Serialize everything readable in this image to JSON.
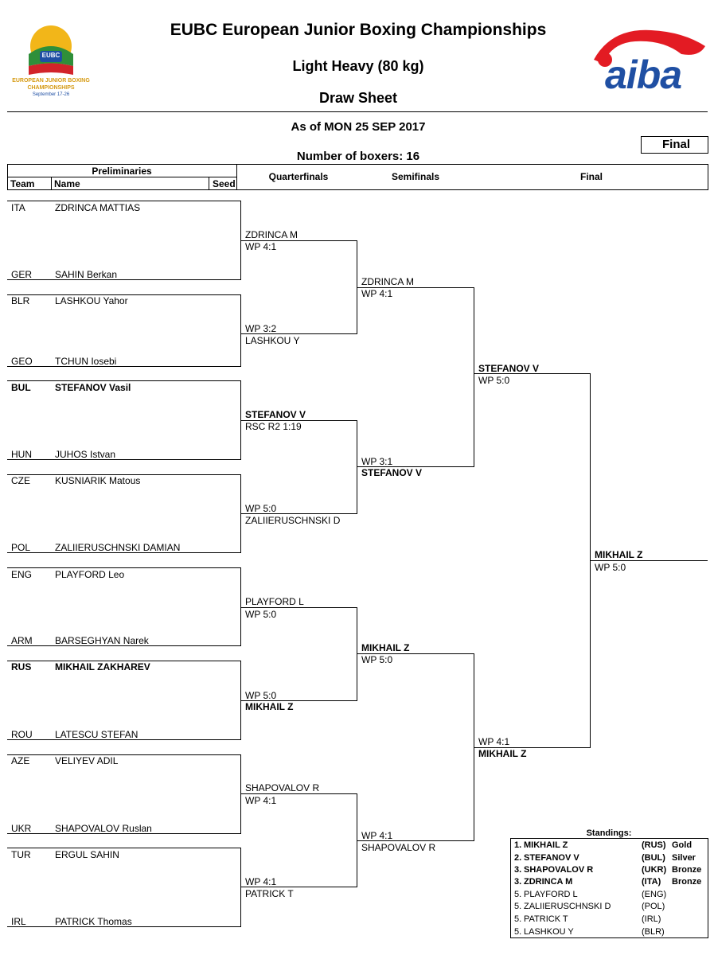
{
  "header": {
    "title": "EUBC European Junior Boxing Championships",
    "weight": "Light Heavy (80 kg)",
    "sheet": "Draw Sheet",
    "as_of": "As of MON 25 SEP 2017",
    "boxers": "Number of boxers: 16",
    "stage_badge": "Final",
    "logo_left_lines": [
      "EUROPEAN JUNIOR BOXING",
      "CHAMPIONSHIPS",
      "September 17-26"
    ],
    "logo_left_mark": "EUBC",
    "logo_right": "aiba"
  },
  "columns": {
    "preliminaries": "Preliminaries",
    "team": "Team",
    "name": "Name",
    "seed": "Seed",
    "quarterfinals": "Quarterfinals",
    "semifinals": "Semifinals",
    "final": "Final"
  },
  "preliminaries": [
    {
      "team": "ITA",
      "name": "ZDRINCA MATTIAS"
    },
    {
      "team": "GER",
      "name": "SAHIN Berkan"
    },
    {
      "team": "BLR",
      "name": "LASHKOU Yahor"
    },
    {
      "team": "GEO",
      "name": "TCHUN Iosebi"
    },
    {
      "team": "BUL",
      "name": "STEFANOV Vasil"
    },
    {
      "team": "HUN",
      "name": "JUHOS Istvan"
    },
    {
      "team": "CZE",
      "name": "KUSNIARIK Matous"
    },
    {
      "team": "POL",
      "name": "ZALIIERUSCHNSKI DAMIAN"
    },
    {
      "team": "ENG",
      "name": "PLAYFORD Leo"
    },
    {
      "team": "ARM",
      "name": "BARSEGHYAN Narek"
    },
    {
      "team": "RUS",
      "name": "MIKHAIL  ZAKHAREV"
    },
    {
      "team": "ROU",
      "name": "LATESCU STEFAN"
    },
    {
      "team": "AZE",
      "name": "VELIYEV ADIL"
    },
    {
      "team": "UKR",
      "name": "SHAPOVALOV Ruslan"
    },
    {
      "team": "TUR",
      "name": "ERGUL SAHIN"
    },
    {
      "team": "IRL",
      "name": "PATRICK Thomas"
    }
  ],
  "quarterfinals": [
    {
      "line1": "ZDRINCA M",
      "line2": "WP 4:1"
    },
    {
      "line1": "WP 3:2",
      "line2": "LASHKOU Y"
    },
    {
      "line1": "STEFANOV V",
      "line2": "RSC R2 1:19"
    },
    {
      "line1": "WP 5:0",
      "line2": "ZALIIERUSCHNSKI D"
    },
    {
      "line1": "PLAYFORD L",
      "line2": "WP 5:0"
    },
    {
      "line1": "WP 5:0",
      "line2": "MIKHAIL  Z"
    },
    {
      "line1": "SHAPOVALOV R",
      "line2": "WP 4:1"
    },
    {
      "line1": "WP 4:1",
      "line2": "PATRICK T"
    }
  ],
  "semifinals": [
    {
      "line1": "ZDRINCA M",
      "line2": "WP 4:1"
    },
    {
      "line1": "WP 3:1",
      "line2": "STEFANOV V"
    },
    {
      "line1": "MIKHAIL  Z",
      "line2": "WP 5:0"
    },
    {
      "line1": "WP 4:1",
      "line2": "SHAPOVALOV R"
    }
  ],
  "finals_bracket": [
    {
      "line1": "STEFANOV V",
      "line2": "WP 5:0"
    },
    {
      "line1": "WP 4:1",
      "line2": "MIKHAIL  Z"
    }
  ],
  "champion": {
    "line1": "MIKHAIL  Z",
    "line2": "WP 5:0"
  },
  "standings": {
    "title": "Standings:",
    "rows": [
      {
        "rank": "1.",
        "name": "MIKHAIL  Z",
        "team": "(RUS)",
        "medal": "Gold"
      },
      {
        "rank": "2.",
        "name": "STEFANOV V",
        "team": "(BUL)",
        "medal": "Silver"
      },
      {
        "rank": "3.",
        "name": "SHAPOVALOV R",
        "team": "(UKR)",
        "medal": "Bronze"
      },
      {
        "rank": "3.",
        "name": "ZDRINCA M",
        "team": "(ITA)",
        "medal": "Bronze"
      },
      {
        "rank": "5.",
        "name": "PLAYFORD L",
        "team": "(ENG)",
        "medal": ""
      },
      {
        "rank": "5.",
        "name": "ZALIIERUSCHNSKI D",
        "team": "(POL)",
        "medal": ""
      },
      {
        "rank": "5.",
        "name": "PATRICK T",
        "team": "(IRL)",
        "medal": ""
      },
      {
        "rank": "5.",
        "name": "LASHKOU Y",
        "team": "(BLR)",
        "medal": ""
      }
    ]
  },
  "colors": {
    "aiba_red": "#e31b23",
    "aiba_blue": "#1f4fa3"
  }
}
